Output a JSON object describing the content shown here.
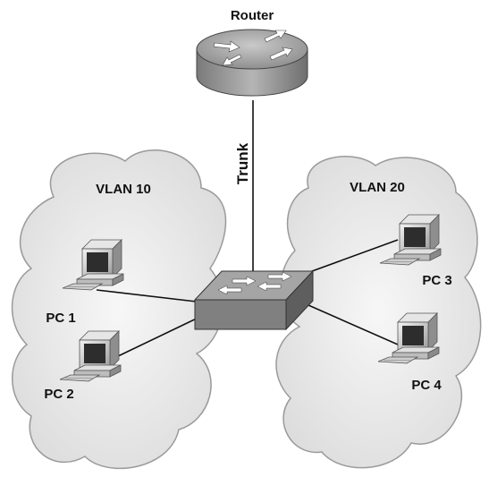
{
  "router": {
    "label": "Router",
    "icon": "router-icon"
  },
  "link": {
    "label": "Trunk"
  },
  "switch": {
    "icon": "switch-icon"
  },
  "vlans": [
    {
      "label": "VLAN 10"
    },
    {
      "label": "VLAN 20"
    }
  ],
  "pcs": [
    {
      "label": "PC 1",
      "icon": "pc-icon"
    },
    {
      "label": "PC 2",
      "icon": "pc-icon"
    },
    {
      "label": "PC 3",
      "icon": "pc-icon"
    },
    {
      "label": "PC 4",
      "icon": "pc-icon"
    }
  ],
  "colors": {
    "cloud_fill": "#e9e9e9",
    "cloud_stroke": "#9a9a9a",
    "device_gray": "#8c8c8c",
    "line": "#111111"
  }
}
